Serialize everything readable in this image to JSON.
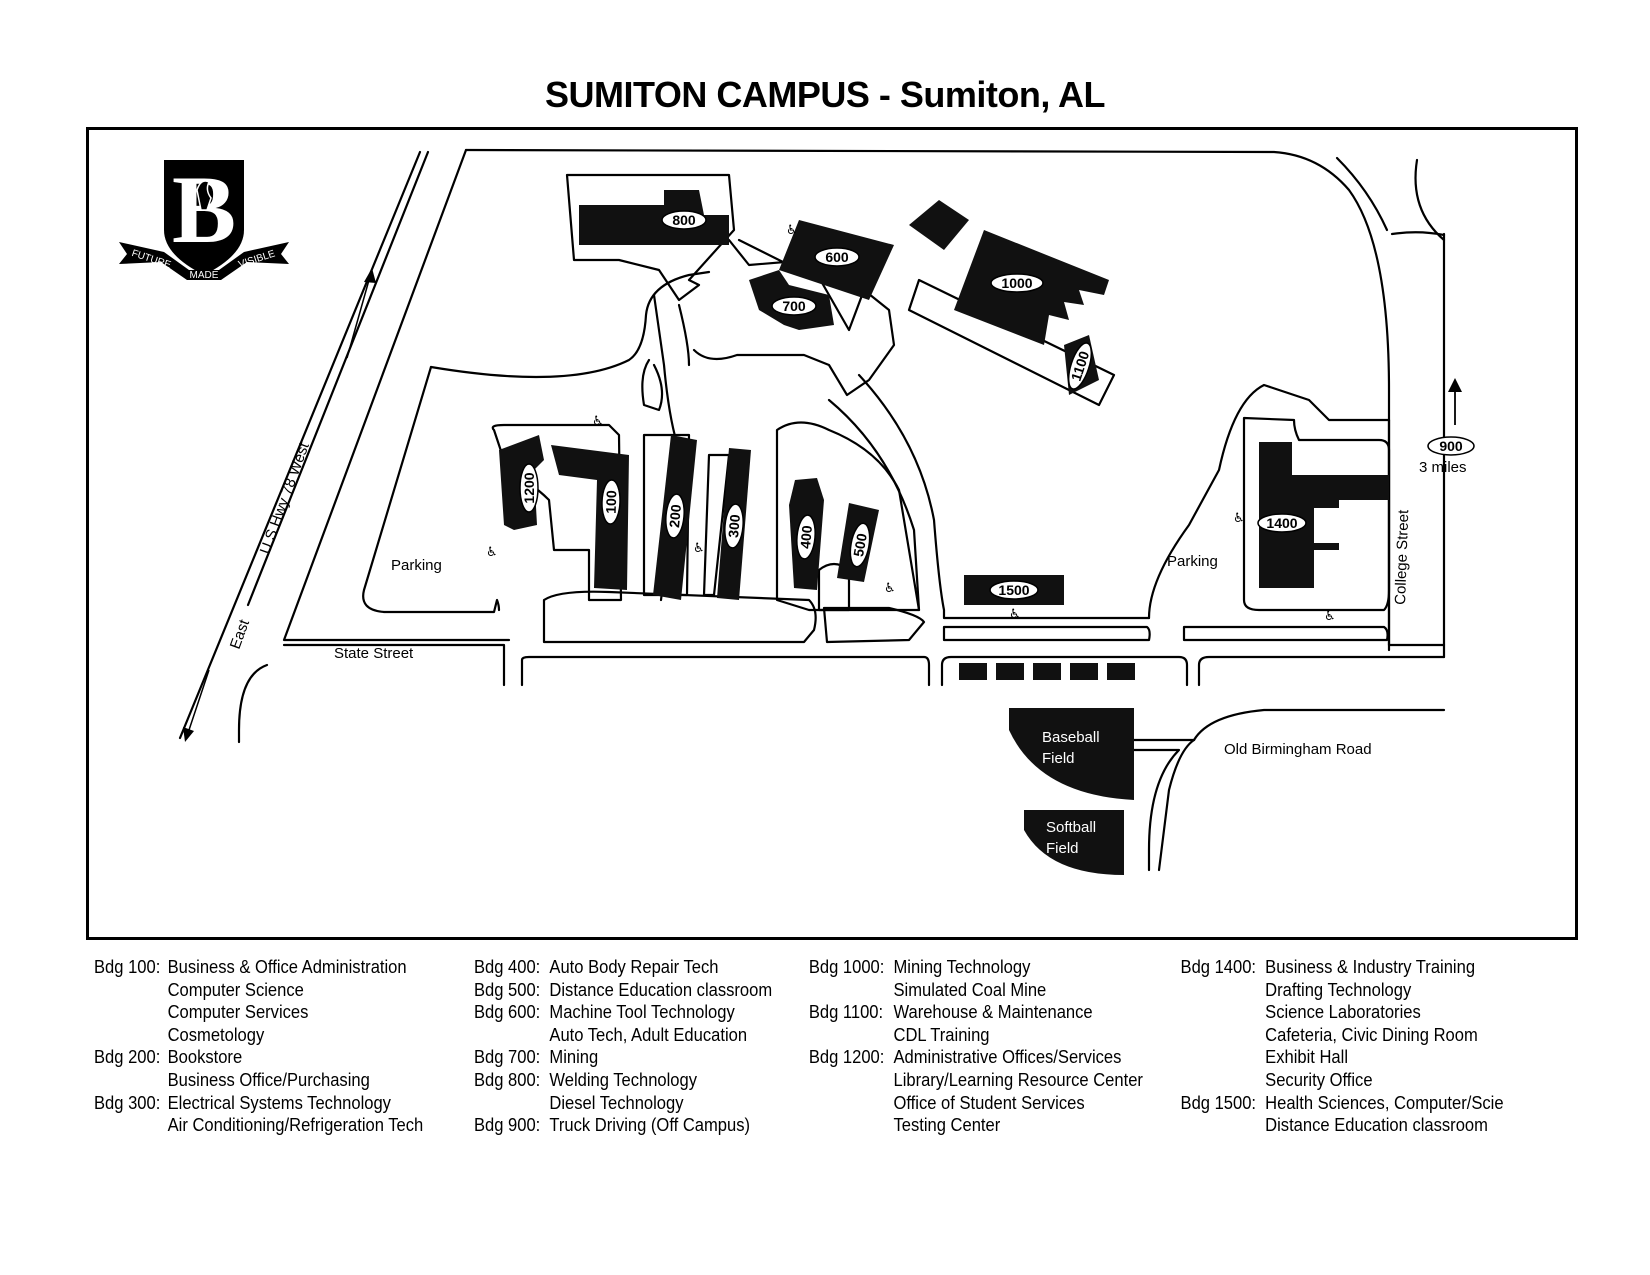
{
  "title": "SUMITON CAMPUS - Sumiton, AL",
  "logo": {
    "icon": "torch-b-shield-icon",
    "ribbon_left": "FUTURE",
    "ribbon_middle": "MADE",
    "ribbon_right": "VISIBLE"
  },
  "map": {
    "buildings": {
      "b800": "800",
      "b600": "600",
      "b700": "700",
      "b1000": "1000",
      "b1100": "1100",
      "b1200": "1200",
      "b100": "100",
      "b200": "200",
      "b300": "300",
      "b400": "400",
      "b500": "500",
      "b1500": "1500",
      "b1400": "1400",
      "b900": "900"
    },
    "labels": {
      "parking_left": "Parking",
      "parking_right": "Parking",
      "highway": "U.S Hwy 78 West",
      "east": "East",
      "state_street": "State Street",
      "college_street": "College Street",
      "old_birmingham": "Old Birmingham Road",
      "three_miles": "3 miles",
      "baseball_1": "Baseball",
      "baseball_2": "Field",
      "softball_1": "Softball",
      "softball_2": "Field"
    },
    "icons": {
      "accessible": "accessible-parking-icon",
      "arrow": "direction-arrow-icon"
    },
    "accessible_symbol": "♿"
  },
  "legend": [
    {
      "entries": [
        {
          "key": "Bdg 100:",
          "lines": [
            "Business & Office Administration",
            "Computer Science",
            "Computer Services",
            "Cosmetology"
          ]
        },
        {
          "key": "Bdg 200:",
          "lines": [
            "Bookstore",
            "Business Office/Purchasing"
          ]
        },
        {
          "key": "Bdg 300:",
          "lines": [
            "Electrical Systems Technology",
            "Air Conditioning/Refrigeration Tech"
          ]
        }
      ]
    },
    {
      "entries": [
        {
          "key": "Bdg 400:",
          "lines": [
            "Auto Body Repair Tech"
          ]
        },
        {
          "key": "Bdg 500:",
          "lines": [
            "Distance Education classroom"
          ]
        },
        {
          "key": "Bdg 600:",
          "lines": [
            "Machine Tool Technology",
            "Auto Tech, Adult Education"
          ]
        },
        {
          "key": "Bdg 700:",
          "lines": [
            "Mining"
          ]
        },
        {
          "key": "Bdg 800:",
          "lines": [
            "Welding Technology",
            "Diesel Technology"
          ]
        },
        {
          "key": "Bdg 900:",
          "lines": [
            "Truck Driving (Off Campus)"
          ]
        }
      ]
    },
    {
      "entries": [
        {
          "key": "Bdg 1000:",
          "lines": [
            "Mining Technology",
            "Simulated Coal Mine"
          ]
        },
        {
          "key": "Bdg 1100:",
          "lines": [
            "Warehouse & Maintenance",
            "CDL Training"
          ]
        },
        {
          "key": "Bdg 1200:",
          "lines": [
            "Administrative Offices/Services",
            "Library/Learning Resource Center",
            "Office of Student Services",
            "Testing Center"
          ]
        }
      ]
    },
    {
      "entries": [
        {
          "key": "Bdg 1400:",
          "lines": [
            "Business & Industry Training",
            "Drafting Technology",
            "Science Laboratories",
            "Cafeteria, Civic Dining Room",
            "Exhibit Hall",
            "Security Office"
          ]
        },
        {
          "key": "Bdg 1500:",
          "lines": [
            "Health Sciences, Computer/Scie",
            "Distance Education classroom"
          ]
        }
      ]
    }
  ]
}
